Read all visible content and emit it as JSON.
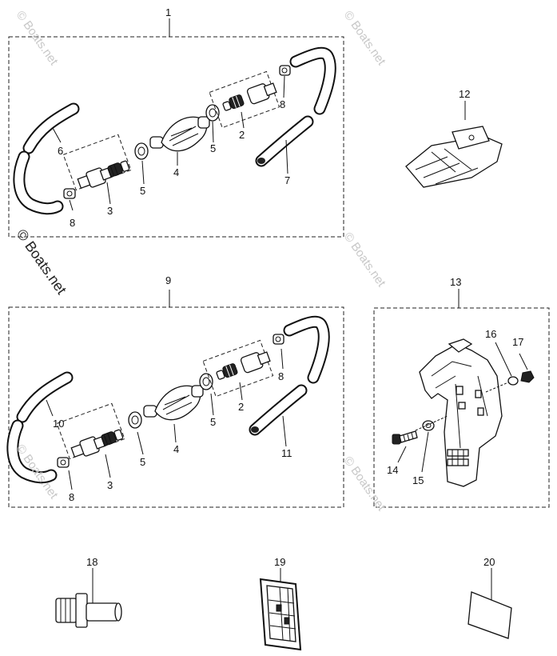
{
  "watermarks": {
    "small": "© Boats.net",
    "large": "© Boats.net"
  },
  "callouts": {
    "c1": "1",
    "c2a": "2",
    "c3a": "3",
    "c4a": "4",
    "c5a": "5",
    "c5b": "5",
    "c6": "6",
    "c7": "7",
    "c8a": "8",
    "c8b": "8",
    "c9": "9",
    "c2b": "2",
    "c3b": "3",
    "c4b": "4",
    "c5c": "5",
    "c5d": "5",
    "c10": "10",
    "c11": "11",
    "c8c": "8",
    "c8d": "8",
    "c12": "12",
    "c13": "13",
    "c14": "14",
    "c15": "15",
    "c16": "16",
    "c17": "17",
    "c18": "18",
    "c19": "19",
    "c20": "20"
  }
}
